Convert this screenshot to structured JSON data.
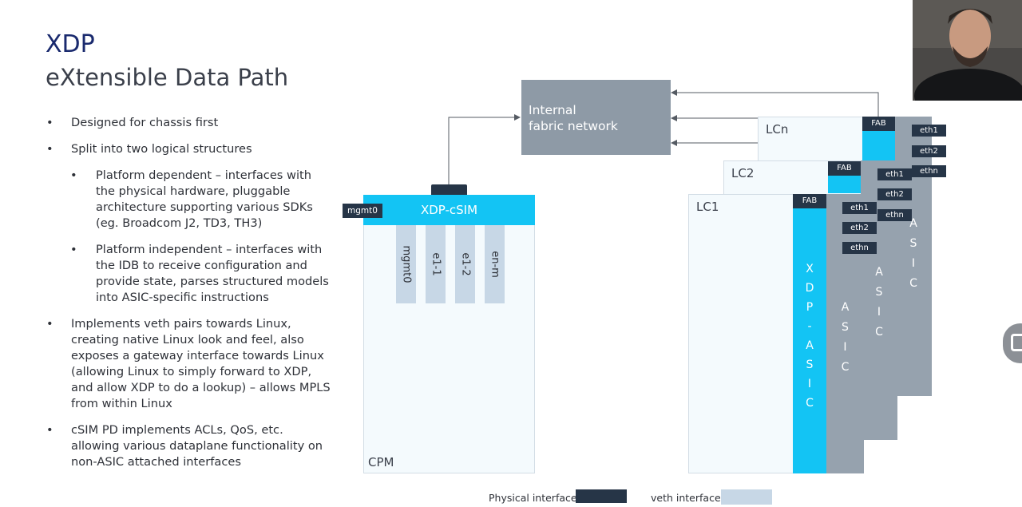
{
  "heading": {
    "title": "XDP",
    "subtitle": "eXtensible Data Path"
  },
  "bullets": [
    {
      "text": "Designed for chassis first"
    },
    {
      "text": "Split into two logical structures"
    },
    {
      "text": "Platform dependent – interfaces with the physical hardware, pluggable architecture supporting various SDKs (eg. Broadcom J2, TD3, TH3)"
    },
    {
      "text": "Platform independent – interfaces with the IDB to receive configuration and provide state, parses structured models into ASIC-specific instructions"
    },
    {
      "text": "Implements veth pairs towards Linux, creating native Linux look and feel, also exposes a gateway interface towards Linux (allowing Linux to simply forward to XDP, and allow XDP to do a lookup) – allows MPLS from within Linux"
    },
    {
      "text": "cSIM PD implements ACLs, QoS, etc. allowing various dataplane functionality on non-ASIC attached interfaces"
    }
  ],
  "diagram": {
    "fabric": {
      "line1": "Internal",
      "line2": "fabric network"
    },
    "cpm": {
      "label": "CPM",
      "bar": "XDP-cSIM",
      "mgmt": "mgmt0",
      "veths": [
        "mgmt0",
        "e1-1",
        "e1-2",
        "en-m"
      ]
    },
    "linecards": [
      {
        "label": "LCn",
        "fab": "FAB",
        "asic": "ASIC",
        "eths": [
          "eth1",
          "eth2",
          "ethn"
        ]
      },
      {
        "label": "LC2",
        "fab": "FAB",
        "asic": "ASIC",
        "eths": [
          "eth1",
          "eth2",
          "ethn"
        ]
      },
      {
        "label": "LC1",
        "fab": "FAB",
        "xdp": "XDP-ASIC",
        "asic": "ASIC",
        "eths": [
          "eth1",
          "eth2",
          "ethn"
        ]
      }
    ]
  },
  "legend": {
    "physical": "Physical interface",
    "veth": "veth interface"
  },
  "colors": {
    "cyan": "#13c4f4",
    "navy": "#263547",
    "grey": "#8e9aa6",
    "veth": "#c7d7e6",
    "title": "#1a2a6e"
  }
}
